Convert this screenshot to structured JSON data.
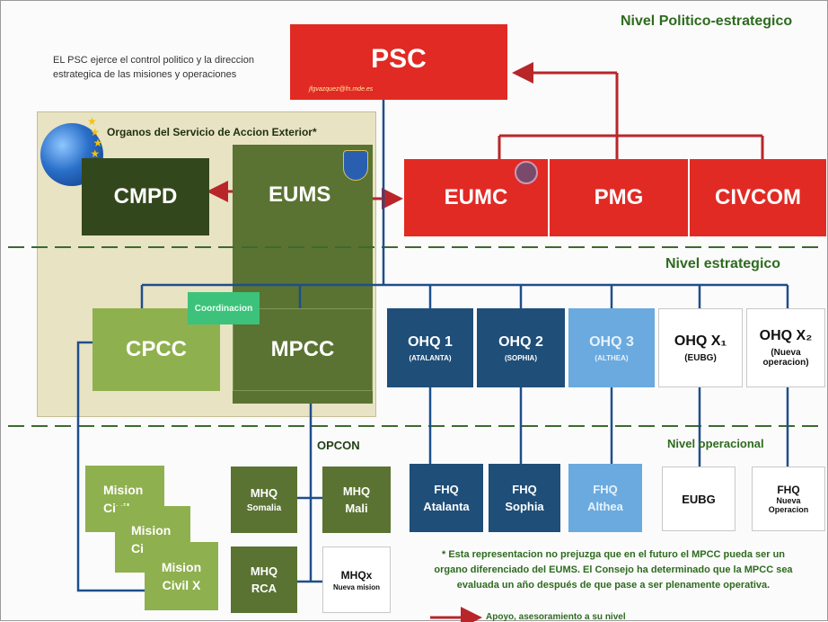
{
  "levels": {
    "politico": "Nivel Politico-estrategico",
    "estrategico": "Nivel estrategico",
    "operacional": "Nivel operacional"
  },
  "psc": {
    "label": "PSC",
    "email": "jfgvazquez@fn.mde.es",
    "description_line1": "EL PSC ejerce el control politico y la direccion",
    "description_line2": "estrategica de las misiones y operaciones"
  },
  "council": {
    "eumc": "EUMC",
    "pmg": "PMG",
    "civcom": "CIVCOM"
  },
  "seae": {
    "title": "Organos del Servicio de Accion Exterior*",
    "cmpd": "CMPD",
    "eums": "EUMS",
    "cpcc": "CPCC",
    "mpcc": "MPCC",
    "coordination": "Coordinacion"
  },
  "ohq": [
    {
      "label": "OHQ 1",
      "sub": "(ATALANTA)"
    },
    {
      "label": "OHQ 2",
      "sub": "(SOPHIA)"
    },
    {
      "label": "OHQ 3",
      "sub": "(ALTHEA)"
    },
    {
      "label": "OHQ X₁",
      "sub": "(EUBG)"
    },
    {
      "label": "OHQ X₂",
      "sub1": "(Nueva",
      "sub2": "operacion)"
    }
  ],
  "opcon": "OPCON",
  "fhq": [
    {
      "l1": "FHQ",
      "l2": "Atalanta"
    },
    {
      "l1": "FHQ",
      "l2": "Sophia"
    },
    {
      "l1": "FHQ",
      "l2": "Althea"
    },
    {
      "l1": "EUBG"
    },
    {
      "l1": "FHQ",
      "l2": "Nueva",
      "l3": "Operacion"
    }
  ],
  "mhq": [
    {
      "l1": "MHQ",
      "l2": "Somalia"
    },
    {
      "l1": "MHQ",
      "l2": "Mali"
    },
    {
      "l1": "MHQ",
      "l2": "RCA"
    },
    {
      "l1": "MHQx",
      "l2": "Nueva mision"
    }
  ],
  "missions": [
    {
      "l1": "Mision",
      "l2": "Civil"
    },
    {
      "l1": "Mision",
      "l2": "Ci"
    },
    {
      "l1": "Mision",
      "l2": "Civil X"
    }
  ],
  "footnote": {
    "line1": "* Esta representacion no prejuzga que en el futuro el MPCC pueda ser un",
    "line2": "organo diferenciado del EUMS. El Consejo ha determinado que la MPCC sea",
    "line3": "evaluada un año después de que pase a ser plenamente operativa."
  },
  "legend": "Apoyo, asesoramiento a su nivel",
  "colors": {
    "council_red": "#e12a24",
    "navy": "#1f4e79",
    "level_green": "#2e6b1f",
    "connector": "#1f4e8c",
    "arrow": "#b8262a"
  }
}
